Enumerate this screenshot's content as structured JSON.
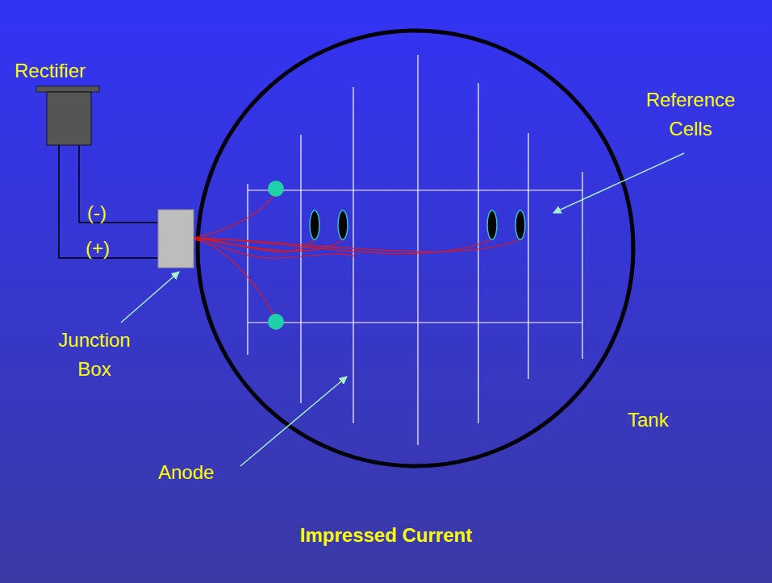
{
  "diagram": {
    "title": "Impressed Current",
    "labels": [
      "Rectifier",
      "(-)",
      "(+)",
      "Junction Box",
      "Anode",
      "Reference Cells",
      "Tank"
    ]
  }
}
